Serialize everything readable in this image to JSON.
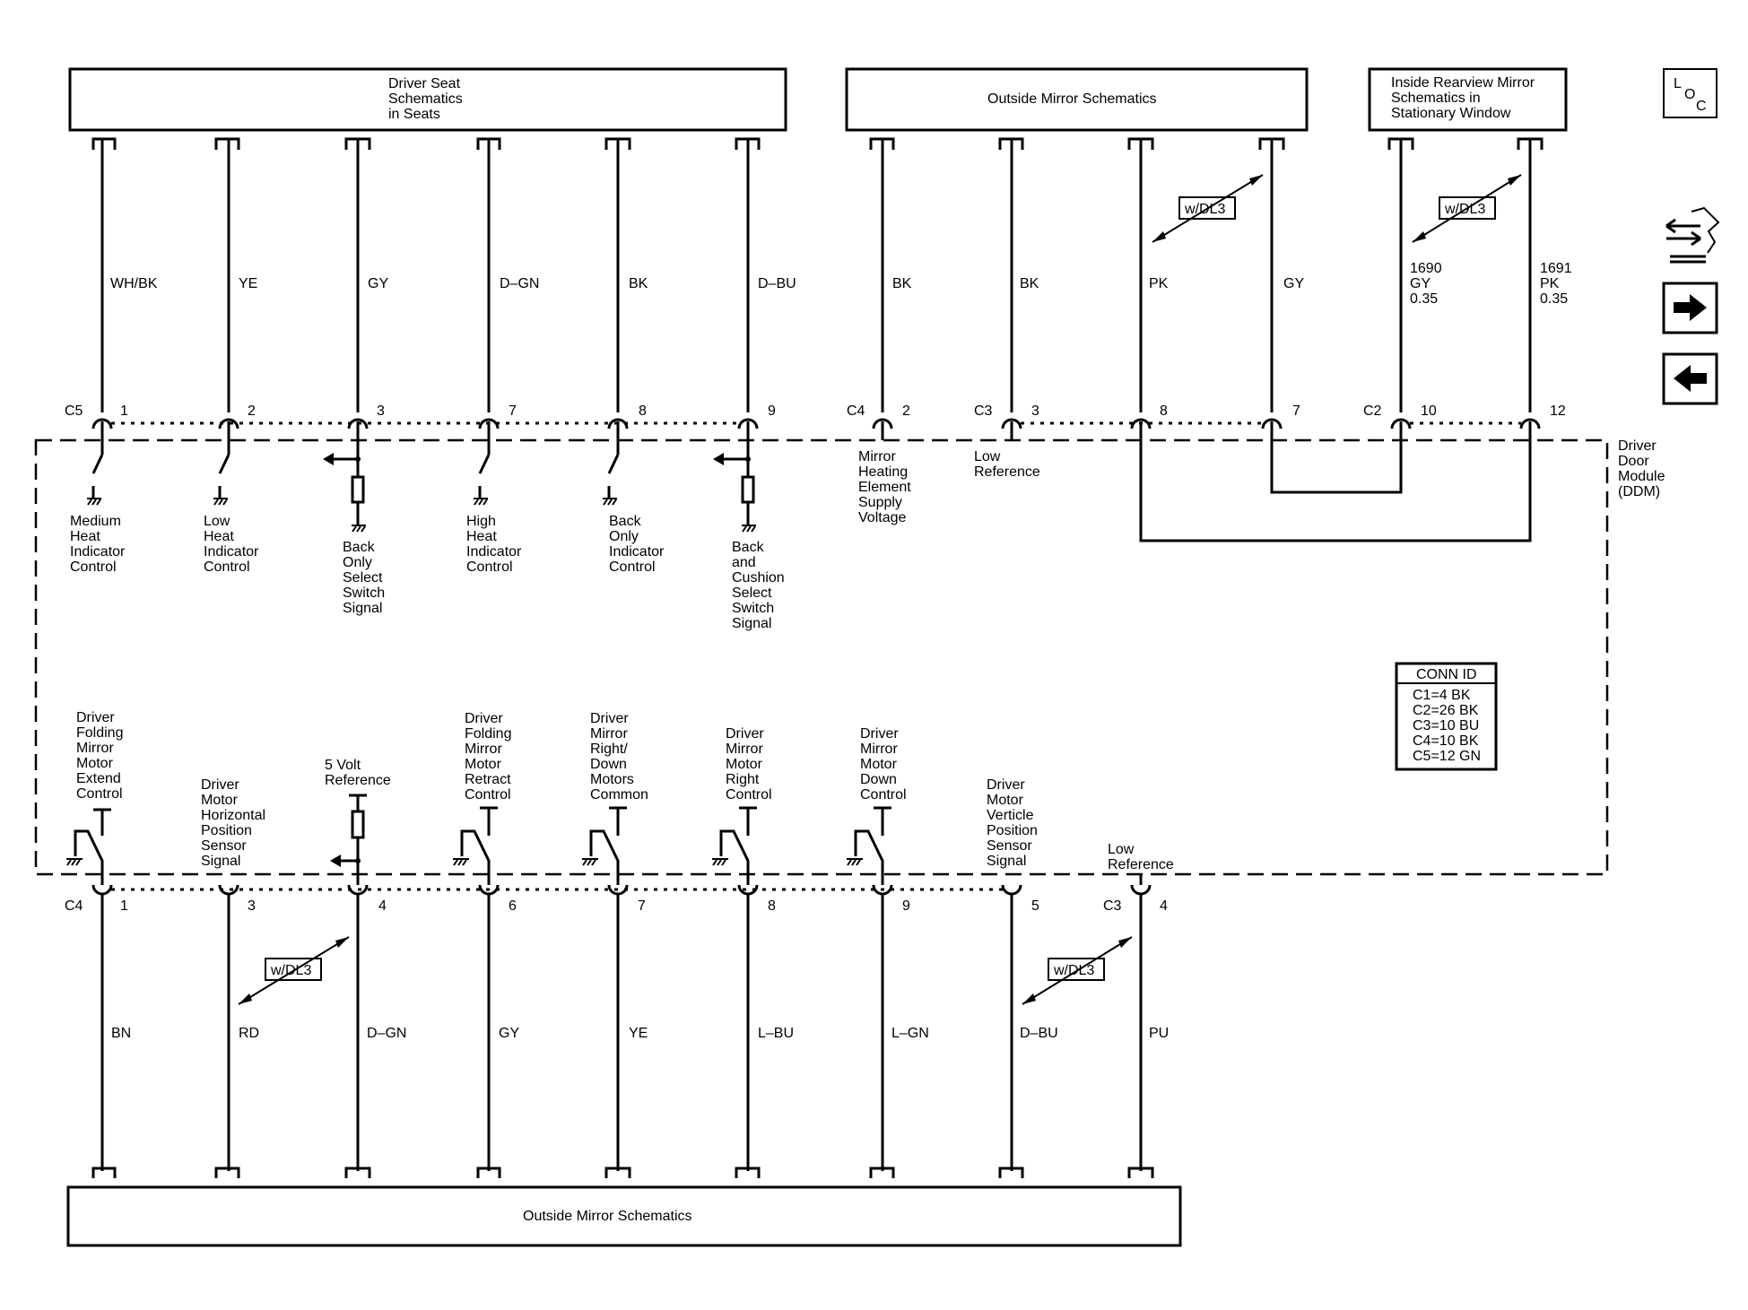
{
  "top_boxes": {
    "driver_seat": [
      "Driver Seat",
      "Schematics",
      "in Seats"
    ],
    "outside_mirror": [
      "Outside Mirror Schematics"
    ],
    "inside_mirror": [
      "Inside Rearview Mirror",
      "Schematics in",
      "Stationary Window"
    ]
  },
  "bottom_box": [
    "Outside Mirror Schematics"
  ],
  "loc_icon": [
    "L",
    "O",
    "C"
  ],
  "module_label": [
    "Driver",
    "Door",
    "Module",
    "(DDM)"
  ],
  "conn_id": {
    "title": "CONN ID",
    "rows": [
      "C1=4 BK",
      "C2=26 BK",
      "C3=10 BU",
      "C4=10 BK",
      "C5=12 GN"
    ]
  },
  "option_tag": "w/DL3",
  "top_connectors": [
    "C5",
    "C4",
    "C3",
    "C2"
  ],
  "bottom_connectors": [
    "C4",
    "C3"
  ],
  "top_wires": [
    {
      "color": "WH/BK",
      "pin": "1"
    },
    {
      "color": "YE",
      "pin": "2"
    },
    {
      "color": "GY",
      "pin": "3"
    },
    {
      "color": "D–GN",
      "pin": "7"
    },
    {
      "color": "BK",
      "pin": "8"
    },
    {
      "color": "D–BU",
      "pin": "9"
    },
    {
      "color": "BK",
      "pin": "2"
    },
    {
      "color": "BK",
      "pin": "3"
    },
    {
      "color": "PK",
      "pin": "8"
    },
    {
      "color": "GY",
      "pin": "7"
    },
    {
      "color": [
        "1690",
        "GY",
        "0.35"
      ],
      "pin": "10"
    },
    {
      "color": [
        "1691",
        "PK",
        "0.35"
      ],
      "pin": "12"
    }
  ],
  "top_labels": [
    [
      "Medium",
      "Heat",
      "Indicator",
      "Control"
    ],
    [
      "Low",
      "Heat",
      "Indicator",
      "Control"
    ],
    [
      "Back",
      "Only",
      "Select",
      "Switch",
      "Signal"
    ],
    [
      "High",
      "Heat",
      "Indicator",
      "Control"
    ],
    [
      "Back",
      "Only",
      "Indicator",
      "Control"
    ],
    [
      "Back",
      "and",
      "Cushion",
      "Select",
      "Switch",
      "Signal"
    ],
    [
      "Mirror",
      "Heating",
      "Element",
      "Supply",
      "Voltage"
    ],
    [
      "Low",
      "Reference"
    ]
  ],
  "bottom_wires": [
    {
      "color": "BN",
      "pin": "1"
    },
    {
      "color": "RD",
      "pin": "3"
    },
    {
      "color": "D–GN",
      "pin": "4"
    },
    {
      "color": "GY",
      "pin": "6"
    },
    {
      "color": "YE",
      "pin": "7"
    },
    {
      "color": "L–BU",
      "pin": "8"
    },
    {
      "color": "L–GN",
      "pin": "9"
    },
    {
      "color": "D–BU",
      "pin": "5"
    },
    {
      "color": "PU",
      "pin": "4"
    }
  ],
  "bottom_labels": [
    [
      "Driver",
      "Folding",
      "Mirror",
      "Motor",
      "Extend",
      "Control"
    ],
    [
      "Driver",
      "Motor",
      "Horizontal",
      "Position",
      "Sensor",
      "Signal"
    ],
    [
      "5 Volt",
      "Reference"
    ],
    [
      "Driver",
      "Folding",
      "Mirror",
      "Motor",
      "Retract",
      "Control"
    ],
    [
      "Driver",
      "Mirror",
      "Right/",
      "Down",
      "Motors",
      "Common"
    ],
    [
      "Driver",
      "Mirror",
      "Motor",
      "Right",
      "Control"
    ],
    [
      "Driver",
      "Mirror",
      "Motor",
      "Down",
      "Control"
    ],
    [
      "Driver",
      "Motor",
      "Verticle",
      "Position",
      "Sensor",
      "Signal"
    ],
    [
      "Low",
      "Reference"
    ]
  ],
  "nav_icons": [
    "connector-swap-icon",
    "next-page-arrow-icon",
    "previous-page-arrow-icon"
  ]
}
